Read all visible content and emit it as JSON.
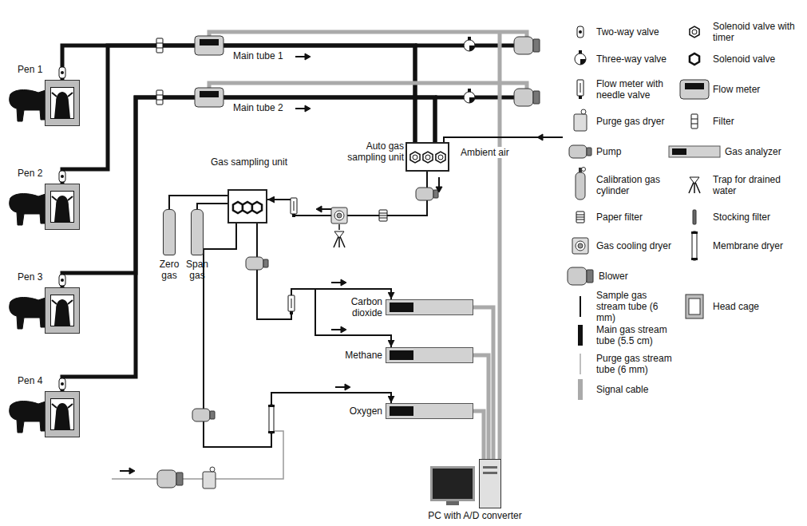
{
  "diagram": {
    "nodes": [
      {
        "text": [
          "Pen 1"
        ]
      },
      {
        "text": [
          "Pen 2"
        ]
      },
      {
        "text": [
          "Pen 3"
        ]
      },
      {
        "text": [
          "Pen 4"
        ]
      },
      {
        "text": [
          "Auto gas sampling unit"
        ]
      },
      {
        "text": [
          "Gas sampling unit"
        ]
      },
      {
        "text": [
          "Zero gas"
        ]
      },
      {
        "text": [
          "Span gas"
        ]
      },
      {
        "text": [
          "Carbon dioxide"
        ]
      },
      {
        "text": [
          "Methane"
        ]
      },
      {
        "text": [
          "Oxygen"
        ]
      },
      {
        "text": [
          "PC with A/D converter"
        ]
      }
    ],
    "edges": [
      {
        "from": 0,
        "to": 4,
        "arrow": "none"
      },
      {
        "from": 1,
        "to": 4,
        "arrow": "none"
      },
      {
        "from": 2,
        "to": 4,
        "arrow": "none"
      },
      {
        "from": 3,
        "to": 4,
        "arrow": "none"
      },
      {
        "from": 4,
        "to": 5,
        "arrow": "to"
      },
      {
        "from": 6,
        "to": 5,
        "arrow": "none"
      },
      {
        "from": 7,
        "to": 5,
        "arrow": "none"
      },
      {
        "from": 5,
        "to": 8,
        "arrow": "to"
      },
      {
        "from": 5,
        "to": 9,
        "arrow": "to"
      },
      {
        "from": 5,
        "to": 10,
        "arrow": "to"
      },
      {
        "from": 8,
        "to": 11,
        "arrow": "none"
      },
      {
        "from": 9,
        "to": 11,
        "arrow": "none"
      },
      {
        "from": 10,
        "to": 11,
        "arrow": "none"
      }
    ],
    "labels": [
      "Main tube 1",
      "Main tube 2",
      "Ambient air"
    ],
    "legend": [
      {
        "text": "Two-way valve"
      },
      {
        "text": "Solenoid valve with timer"
      },
      {
        "text": "Three-way valve"
      },
      {
        "text": "Solenoid valve"
      },
      {
        "text": "Flow meter with needle valve"
      },
      {
        "text": "Flow meter"
      },
      {
        "text": "Purge gas dryer"
      },
      {
        "text": "Filter"
      },
      {
        "text": "Pump"
      },
      {
        "text": "Gas analyzer"
      },
      {
        "text": "Calibration gas cylinder"
      },
      {
        "text": "Trap for drained water"
      },
      {
        "text": "Paper filter"
      },
      {
        "text": "Stocking filter"
      },
      {
        "text": "Gas cooling dryer"
      },
      {
        "text": "Membrane dryer"
      },
      {
        "text": "Blower"
      },
      {
        "text": "Sample gas stream tube (6 mm)"
      },
      {
        "text": "Head cage"
      },
      {
        "text": "Main gas stream tube (5.5 cm)"
      },
      {
        "text": "Purge gas stream tube (6 mm)"
      },
      {
        "text": "Signal cable"
      }
    ]
  }
}
